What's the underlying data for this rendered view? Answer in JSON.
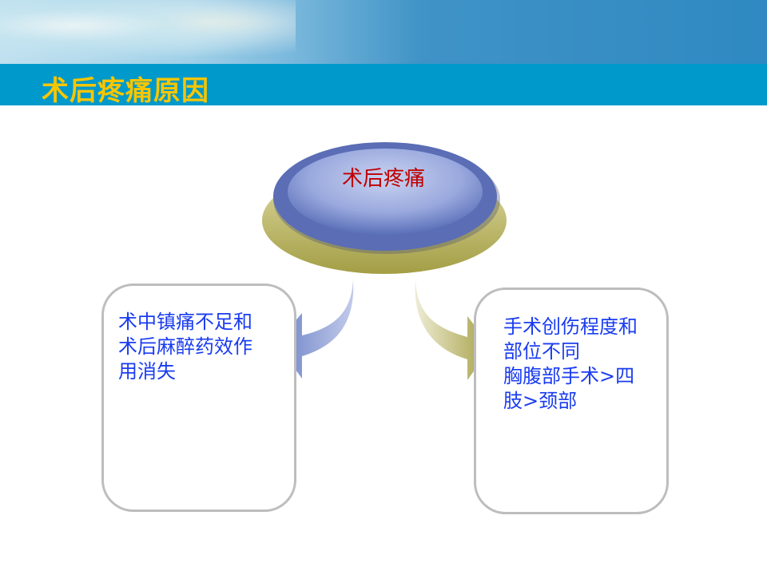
{
  "slide": {
    "title": "术后疼痛原因",
    "center": {
      "label": "术后疼痛"
    },
    "left_box": {
      "lines": [
        "术中镇痛不足和",
        "术后麻醉药效作",
        "用消失"
      ]
    },
    "right_box": {
      "lines": [
        "手术创伤程度和",
        "部位不同",
        "胸腹部手术>四",
        "肢>颈部"
      ]
    }
  },
  "colors": {
    "title_bar": "#0099cc",
    "title_text": "#f7c600",
    "center_text": "#c00000",
    "box_text": "#1a3cf0",
    "ellipse_top": "#7f92d0",
    "ellipse_base": "#bdb76b"
  }
}
